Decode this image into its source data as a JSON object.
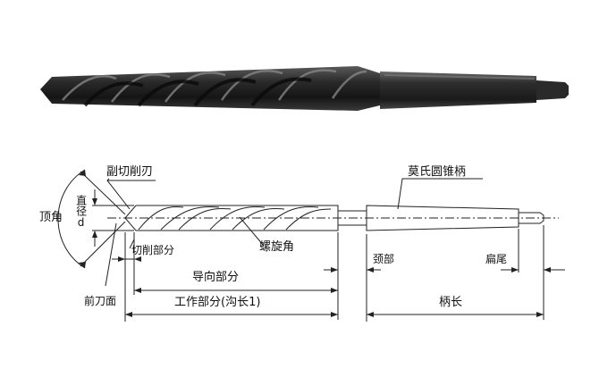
{
  "labels": {
    "secondary_cutting_edge": "副切削刃",
    "morse_taper_shank": "莫氏圆锥柄",
    "point_angle": "顶角",
    "diameter_d": "直径d",
    "cutting_part": "切削部分",
    "helix_angle": "螺旋角",
    "neck": "颈部",
    "tang": "扁尾",
    "guide_part": "导向部分",
    "rake_face": "前刀面",
    "working_part": "工作部分(沟长1)",
    "shank_length": "柄长"
  },
  "colors": {
    "photo_steel_dark": "#1c1c1c",
    "photo_steel_mid": "#4a4a4a",
    "photo_highlight": "#9a9a9a",
    "line": "#222222",
    "background": "#ffffff"
  }
}
